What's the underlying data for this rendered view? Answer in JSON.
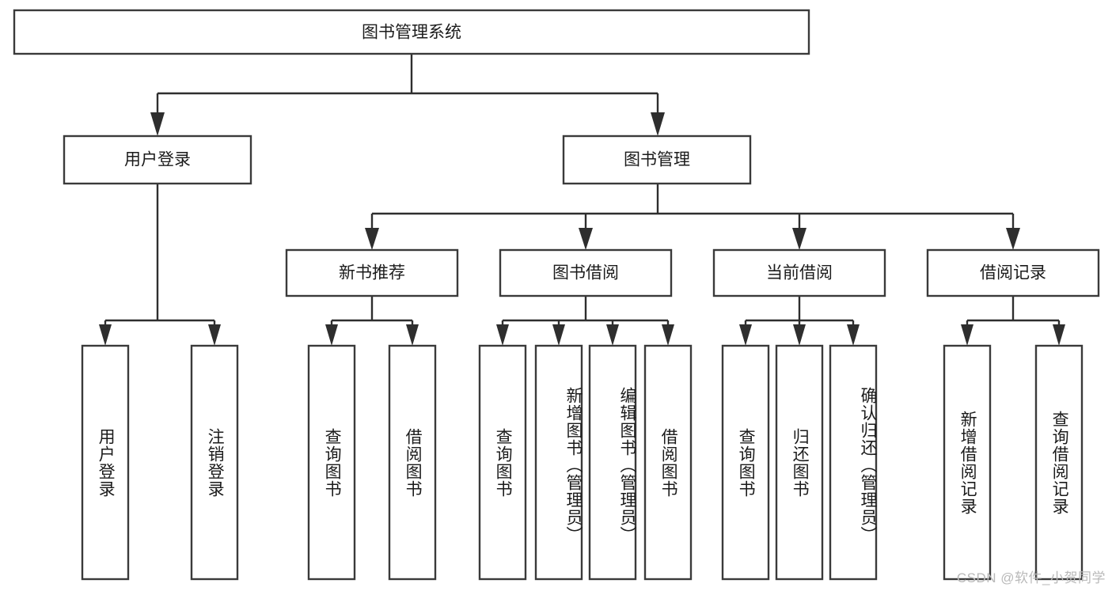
{
  "diagram": {
    "type": "tree-hierarchy-chart",
    "title": "图书管理系统",
    "watermark": "CSDN @软件_小贺同学",
    "colors": {
      "box_fill": "#ffffff",
      "box_stroke": "#3a3a3a",
      "connector": "#2e2e2e",
      "text": "#1b1b1b",
      "watermark": "#b9b9b9",
      "background": "#ffffff"
    },
    "levels": [
      {
        "level": 1,
        "nodes": [
          {
            "id": "root",
            "label": "图书管理系统",
            "orientation": "horizontal"
          }
        ]
      },
      {
        "level": 2,
        "nodes": [
          {
            "id": "user-login",
            "label": "用户登录",
            "orientation": "horizontal",
            "parent": "root"
          },
          {
            "id": "book-manage",
            "label": "图书管理",
            "orientation": "horizontal",
            "parent": "root"
          }
        ]
      },
      {
        "level": 3,
        "nodes": [
          {
            "id": "new-book-rec",
            "label": "新书推荐",
            "orientation": "horizontal",
            "parent": "book-manage"
          },
          {
            "id": "book-borrow",
            "label": "图书借阅",
            "orientation": "horizontal",
            "parent": "book-manage"
          },
          {
            "id": "current-borrow",
            "label": "当前借阅",
            "orientation": "horizontal",
            "parent": "book-manage"
          },
          {
            "id": "borrow-record",
            "label": "借阅记录",
            "orientation": "horizontal",
            "parent": "book-manage"
          }
        ]
      },
      {
        "level": 4,
        "nodes": [
          {
            "id": "leaf-user-login",
            "label": "用户登录",
            "orientation": "vertical",
            "parent": "user-login"
          },
          {
            "id": "leaf-logout",
            "label": "注销登录",
            "orientation": "vertical",
            "parent": "user-login"
          },
          {
            "id": "leaf-query-book-1",
            "label": "查询图书",
            "orientation": "vertical",
            "parent": "new-book-rec"
          },
          {
            "id": "leaf-borrow-book-1",
            "label": "借阅图书",
            "orientation": "vertical",
            "parent": "new-book-rec"
          },
          {
            "id": "leaf-query-book-2",
            "label": "查询图书",
            "orientation": "vertical",
            "parent": "book-borrow"
          },
          {
            "id": "leaf-add-book",
            "label": "新增图书（管理员）",
            "orientation": "vertical",
            "parent": "book-borrow"
          },
          {
            "id": "leaf-edit-book",
            "label": "编辑图书（管理员）",
            "orientation": "vertical",
            "parent": "book-borrow"
          },
          {
            "id": "leaf-borrow-book-2",
            "label": "借阅图书",
            "orientation": "vertical",
            "parent": "book-borrow"
          },
          {
            "id": "leaf-query-book-3",
            "label": "查询图书",
            "orientation": "vertical",
            "parent": "current-borrow"
          },
          {
            "id": "leaf-return-book",
            "label": "归还图书",
            "orientation": "vertical",
            "parent": "current-borrow"
          },
          {
            "id": "leaf-confirm-return",
            "label": "确认归还（管理员）",
            "orientation": "vertical",
            "parent": "current-borrow"
          },
          {
            "id": "leaf-add-record",
            "label": "新增借阅记录",
            "orientation": "vertical",
            "parent": "borrow-record"
          },
          {
            "id": "leaf-query-record",
            "label": "查询借阅记录",
            "orientation": "vertical",
            "parent": "borrow-record"
          }
        ]
      }
    ]
  }
}
